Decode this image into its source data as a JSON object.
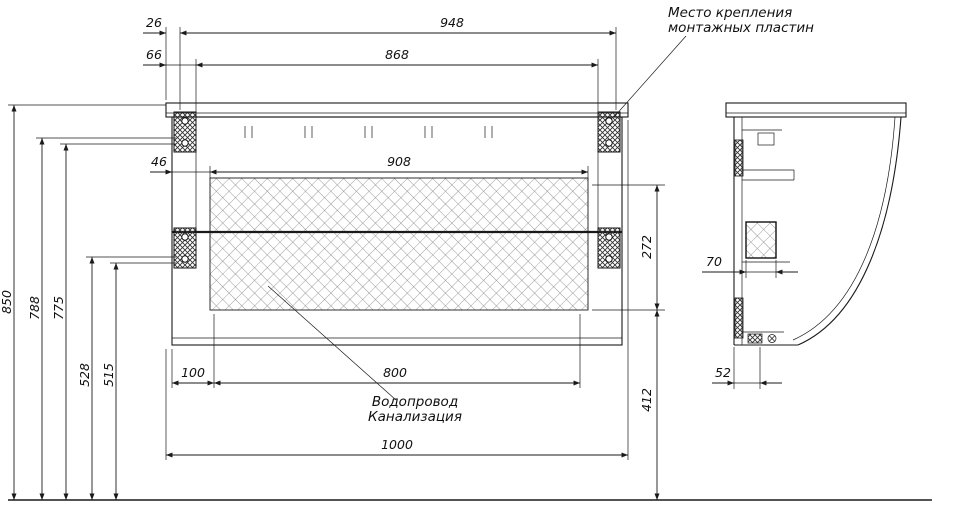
{
  "labels": {
    "mounting_line1": "Место крепления",
    "mounting_line2": "монтажных пластин",
    "plumbing_line1": "Водопровод",
    "plumbing_line2": "Канализация"
  },
  "dims": {
    "edge_to_plate": "26",
    "plate_outer_span": "948",
    "edge_to_plate_inner": "66",
    "plate_inner_span": "868",
    "wall_to_zone": "46",
    "zone_width": "908",
    "zone_height": "272",
    "zone_bottom_height": "412",
    "height_total": "850",
    "plate_top_upper": "788",
    "plate_top_lower": "775",
    "plate_bottom_upper": "528",
    "plate_bottom_lower": "515",
    "zone_left_offset": "100",
    "zone_bottom_width": "800",
    "width_total": "1000",
    "rail_depth": "70",
    "side_bottom_offset": "52"
  },
  "colors": {
    "line": "#1a1a1a",
    "background": "#ffffff",
    "hatch": "#777777"
  }
}
